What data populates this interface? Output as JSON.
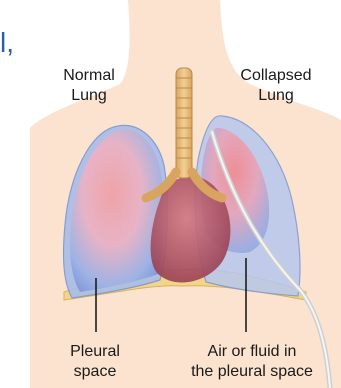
{
  "corner_fragment": "l,",
  "labels": {
    "normal_lung": [
      "Normal",
      "Lung"
    ],
    "collapsed_lung": [
      "Collapsed",
      "Lung"
    ],
    "pleural_space": [
      "Pleural",
      "space"
    ],
    "air_or_fluid": [
      "Air or fluid in",
      "the pleural space"
    ]
  },
  "colors": {
    "background": "#ffffff",
    "skin": "#fbe3cf",
    "lung_pink": "#e9a9b4",
    "lung_blue": "#8fa8dd",
    "trachea": "#e2b67a",
    "heart": "#b65a68",
    "diaphragm": "#f3d58a",
    "text": "#1a1a1a",
    "fragment_text": "#2b5fa6"
  }
}
